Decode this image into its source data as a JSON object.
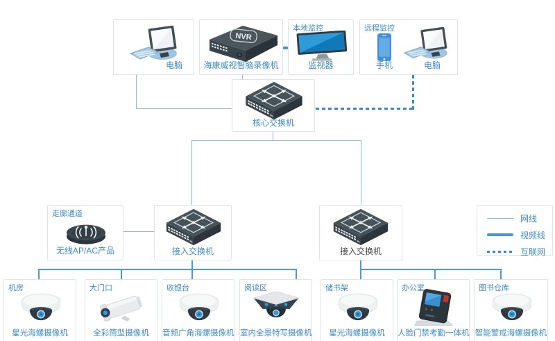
{
  "diagram": {
    "top_row": {
      "pc_box": {
        "device_label": "电脑"
      },
      "nvr_box": {
        "device_label": "海康威视智脑录像机",
        "nvr_text": "NVR"
      },
      "local_box": {
        "zone_label": "本地监控",
        "device_label": "监视器"
      },
      "remote_box": {
        "zone_label": "远程监控",
        "phone_label": "手机",
        "pc_label": "电脑"
      }
    },
    "core_switch": {
      "label": "核心交换机"
    },
    "wireless_box": {
      "zone_label": "走廊通道",
      "device_label": "无线AP/AC产品"
    },
    "access_switch_1": {
      "label": "接入交换机"
    },
    "access_switch_2": {
      "label": "接入交换机"
    },
    "legend": {
      "items": [
        {
          "label": "网线",
          "style": "thin"
        },
        {
          "label": "视频线",
          "style": "thick"
        },
        {
          "label": "互联网",
          "style": "dashed"
        }
      ]
    },
    "bottom_row": [
      {
        "zone": "机房",
        "device": "星光海螺摄像机",
        "icon": "dome-camera"
      },
      {
        "zone": "大门口",
        "device": "全彩筒型摄像机",
        "icon": "bullet-camera"
      },
      {
        "zone": "收银台",
        "device": "音频广角海螺摄像机",
        "icon": "dome-camera"
      },
      {
        "zone": "阅读区",
        "device": "室内全景特写摄像机",
        "icon": "panoramic-camera"
      },
      {
        "zone": "储书架",
        "device": "星光海螺摄像机",
        "icon": "dome-camera"
      },
      {
        "zone": "办公室",
        "device": "人脸门禁考勤一体机",
        "icon": "face-terminal"
      },
      {
        "zone": "图书仓库",
        "device": "智能警戒海螺摄像机",
        "icon": "dome-camera"
      }
    ],
    "colors": {
      "label_blue": "#3d8bc6",
      "label_dark": "#454545",
      "box_border": "#dce3ea",
      "line_thin": "#8ab9e0",
      "line_medium": "#4f98d5",
      "line_thick": "#4a94d4",
      "line_internet": "#3a87cf"
    }
  }
}
